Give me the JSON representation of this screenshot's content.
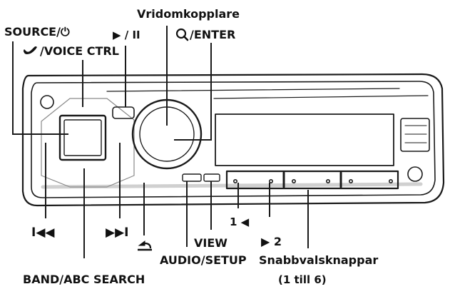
{
  "labels": {
    "source": "SOURCE/⏻",
    "voice_ctrl": "/VOICE CTRL",
    "play_pause": "▶ / II",
    "rotary": "Vridomkopplare",
    "enter": "/ENTER",
    "prev": "I◀◀",
    "next": "▶▶I",
    "preset_1": "1 ◀",
    "preset_2": "▶ 2",
    "view": "VIEW",
    "audio_setup": "AUDIO/SETUP",
    "snabbval": "Snabbvalsknappar",
    "snabbval_range": "(1 till 6)",
    "band_search": "BAND/ABC SEARCH"
  },
  "icons": {
    "phone": "phone-icon",
    "search": "magnifier-icon",
    "back": "back-arrow-icon",
    "power": "power-icon"
  },
  "colors": {
    "line": "#1a1a1a",
    "text": "#111111",
    "shading": "#d9d9d9"
  }
}
